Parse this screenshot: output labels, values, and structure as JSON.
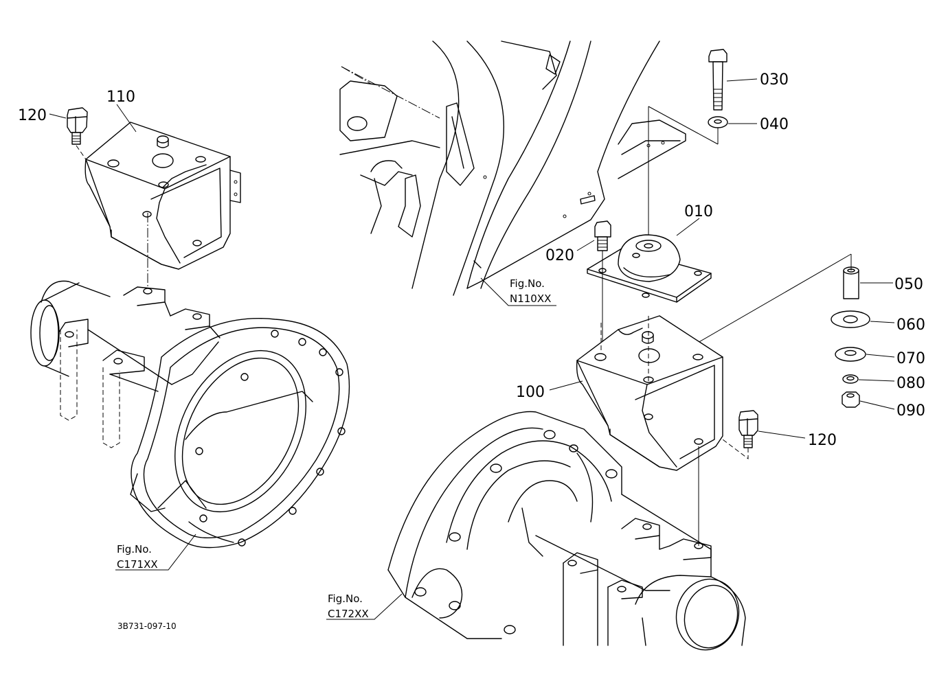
{
  "diagram": {
    "part_labels": {
      "p010": "010",
      "p020": "020",
      "p030": "030",
      "p040": "040",
      "p050": "050",
      "p060": "060",
      "p070": "070",
      "p080": "080",
      "p090": "090",
      "p100": "100",
      "p110": "110",
      "p120_left": "120",
      "p120_right": "120"
    },
    "figure_refs": {
      "n110": {
        "line1": "Fig.No.",
        "line2": "N110XX"
      },
      "c171": {
        "line1": "Fig.No.",
        "line2": "C171XX"
      },
      "c172": {
        "line1": "Fig.No.",
        "line2": "C172XX"
      }
    },
    "drawing_code": "3B731-097-10"
  }
}
